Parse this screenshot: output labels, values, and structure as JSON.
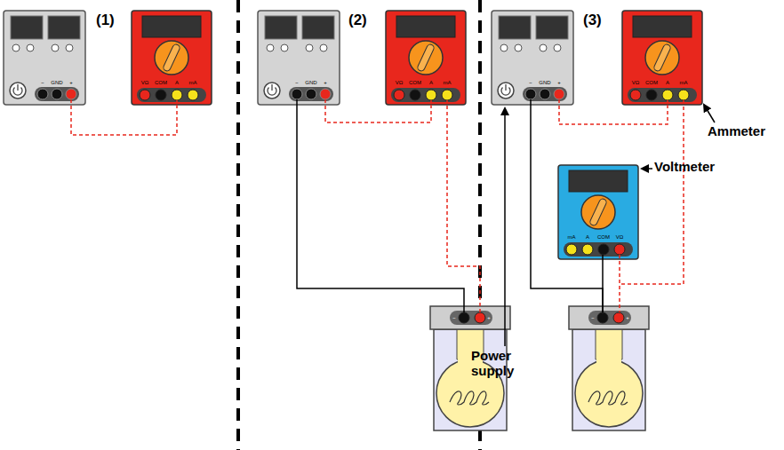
{
  "diagram": {
    "labels": [
      "(1)",
      "(2)",
      "(3)",
      "Ammeter",
      "Voltmeter",
      "Power supply",
      "−",
      "GND",
      "+",
      "−",
      "GND",
      "+",
      "−",
      "GND",
      "+",
      "VΩ",
      "COM",
      "A",
      "mA",
      "VΩ",
      "COM",
      "A",
      "mA",
      "VΩ",
      "COM",
      "A",
      "mA",
      "mA",
      "A",
      "COM",
      "VΩ",
      "−",
      "+",
      "−",
      "+"
    ]
  }
}
